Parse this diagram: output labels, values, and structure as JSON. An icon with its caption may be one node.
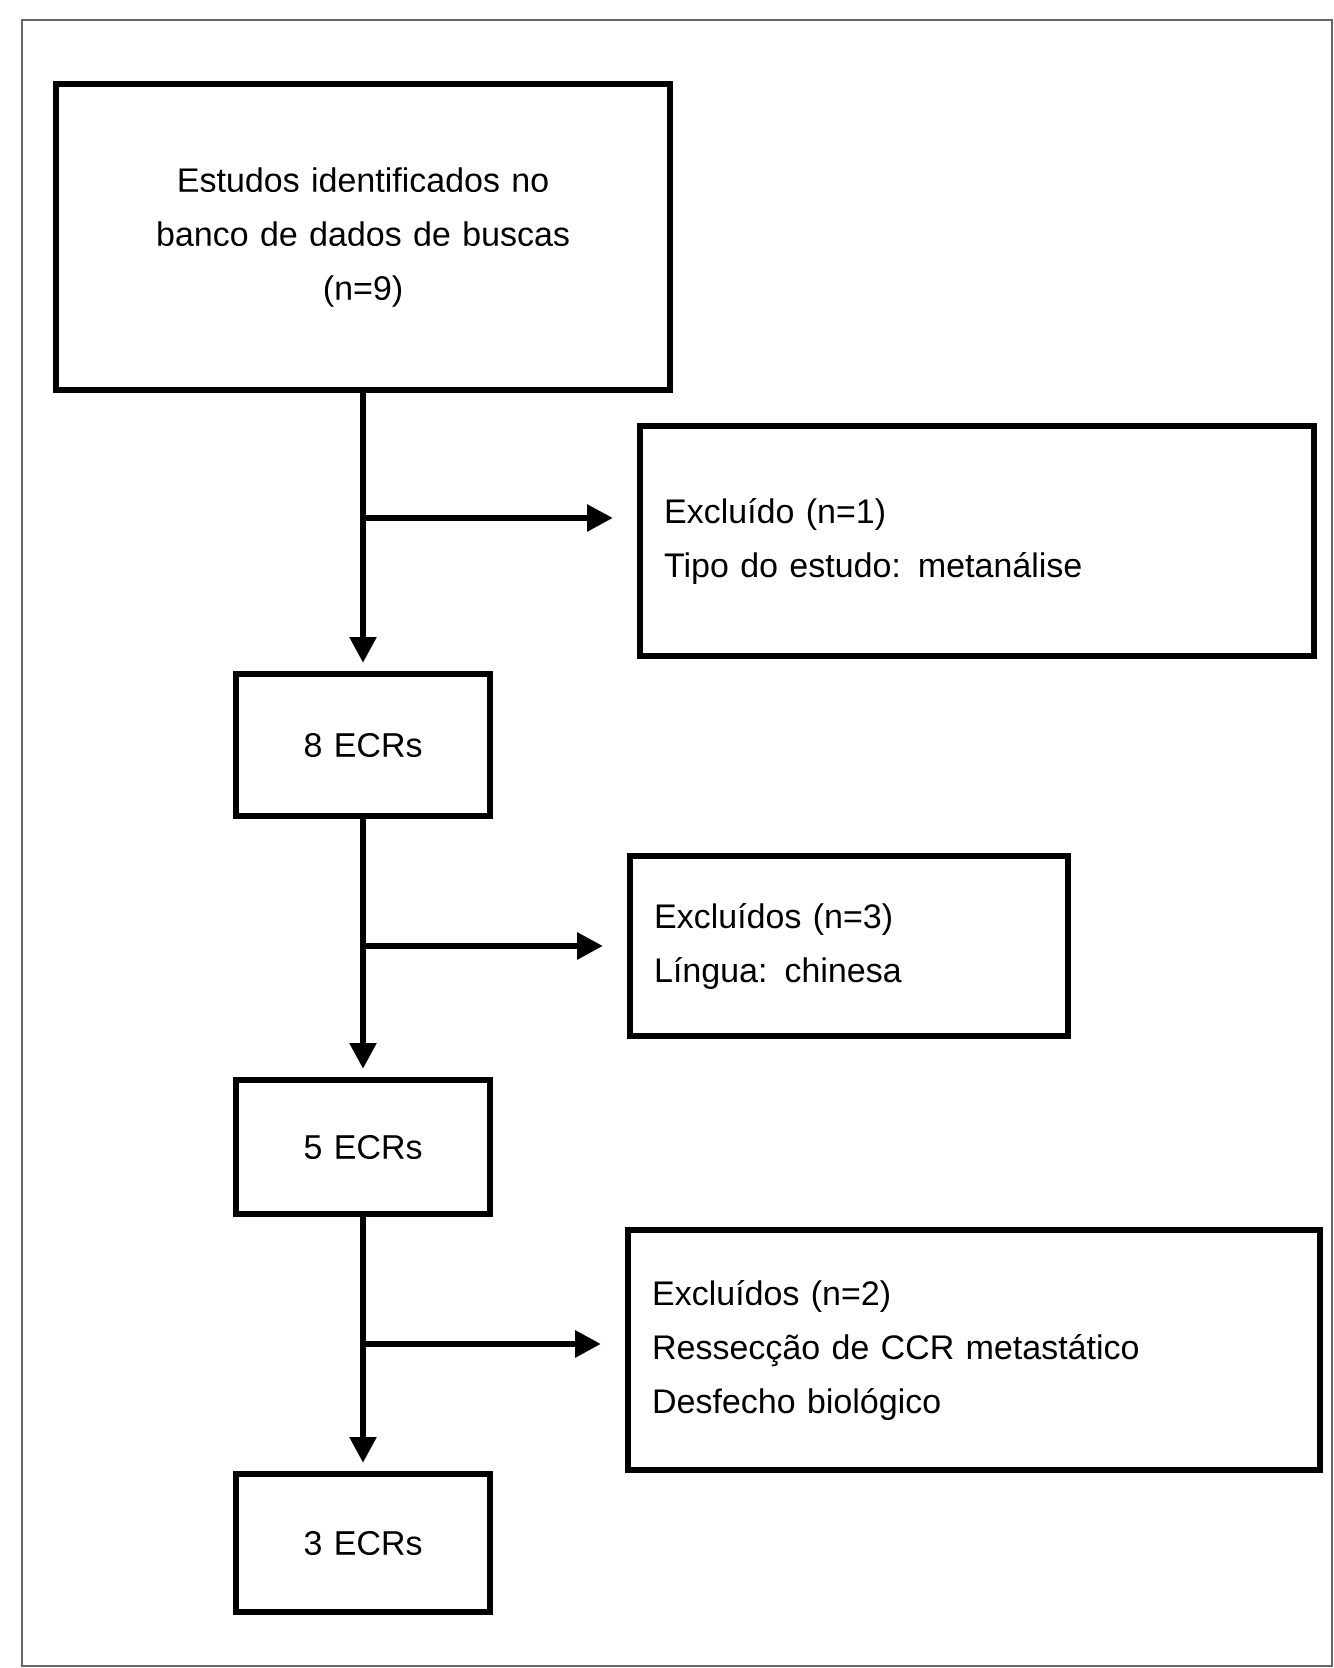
{
  "diagram": {
    "nodes": [
      {
        "text": [
          "Estudos identificados no banco de dados de buscas",
          "(n=9)"
        ]
      },
      {
        "text": [
          "Excluído (n=1)",
          "Tipo do estudo: metanálise"
        ]
      },
      {
        "text": [
          "8 ECRs"
        ]
      },
      {
        "text": [
          "Excluídos (n=3)",
          "Língua: chinesa"
        ]
      },
      {
        "text": [
          "5 ECRs"
        ]
      },
      {
        "text": [
          "Excluídos (n=2)",
          "Ressecção de CCR metastático",
          "Desfecho biológico"
        ]
      },
      {
        "text": [
          "3 ECRs"
        ]
      }
    ],
    "edges": [
      {
        "from": 0,
        "to": 1,
        "arrow": "to"
      },
      {
        "from": 0,
        "to": 2,
        "arrow": "to"
      },
      {
        "from": 2,
        "to": 3,
        "arrow": "to"
      },
      {
        "from": 2,
        "to": 4,
        "arrow": "to"
      },
      {
        "from": 4,
        "to": 5,
        "arrow": "to"
      },
      {
        "from": 4,
        "to": 6,
        "arrow": "to"
      }
    ]
  }
}
